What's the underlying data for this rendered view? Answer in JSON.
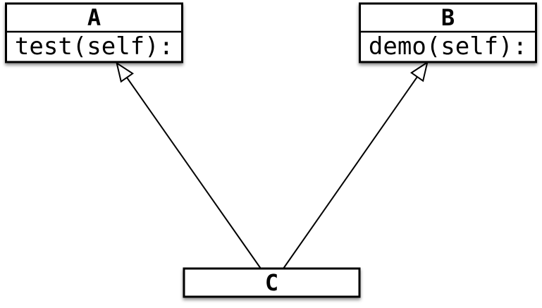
{
  "diagram": {
    "type": "uml-class-inheritance",
    "nodes": [
      {
        "id": "A",
        "title": "A",
        "method": "test(self):"
      },
      {
        "id": "B",
        "title": "B",
        "method": "demo(self):"
      },
      {
        "id": "C",
        "title": "C"
      }
    ],
    "edges": [
      {
        "from": "C",
        "to": "A",
        "type": "inheritance",
        "arrowhead": "hollow-triangle"
      },
      {
        "from": "C",
        "to": "B",
        "type": "inheritance",
        "arrowhead": "hollow-triangle"
      }
    ],
    "colors": {
      "background": "#ffffff",
      "node_fill": "#ffffff",
      "stroke": "#000000",
      "shadow": "rgba(0,0,0,0.45)"
    }
  }
}
